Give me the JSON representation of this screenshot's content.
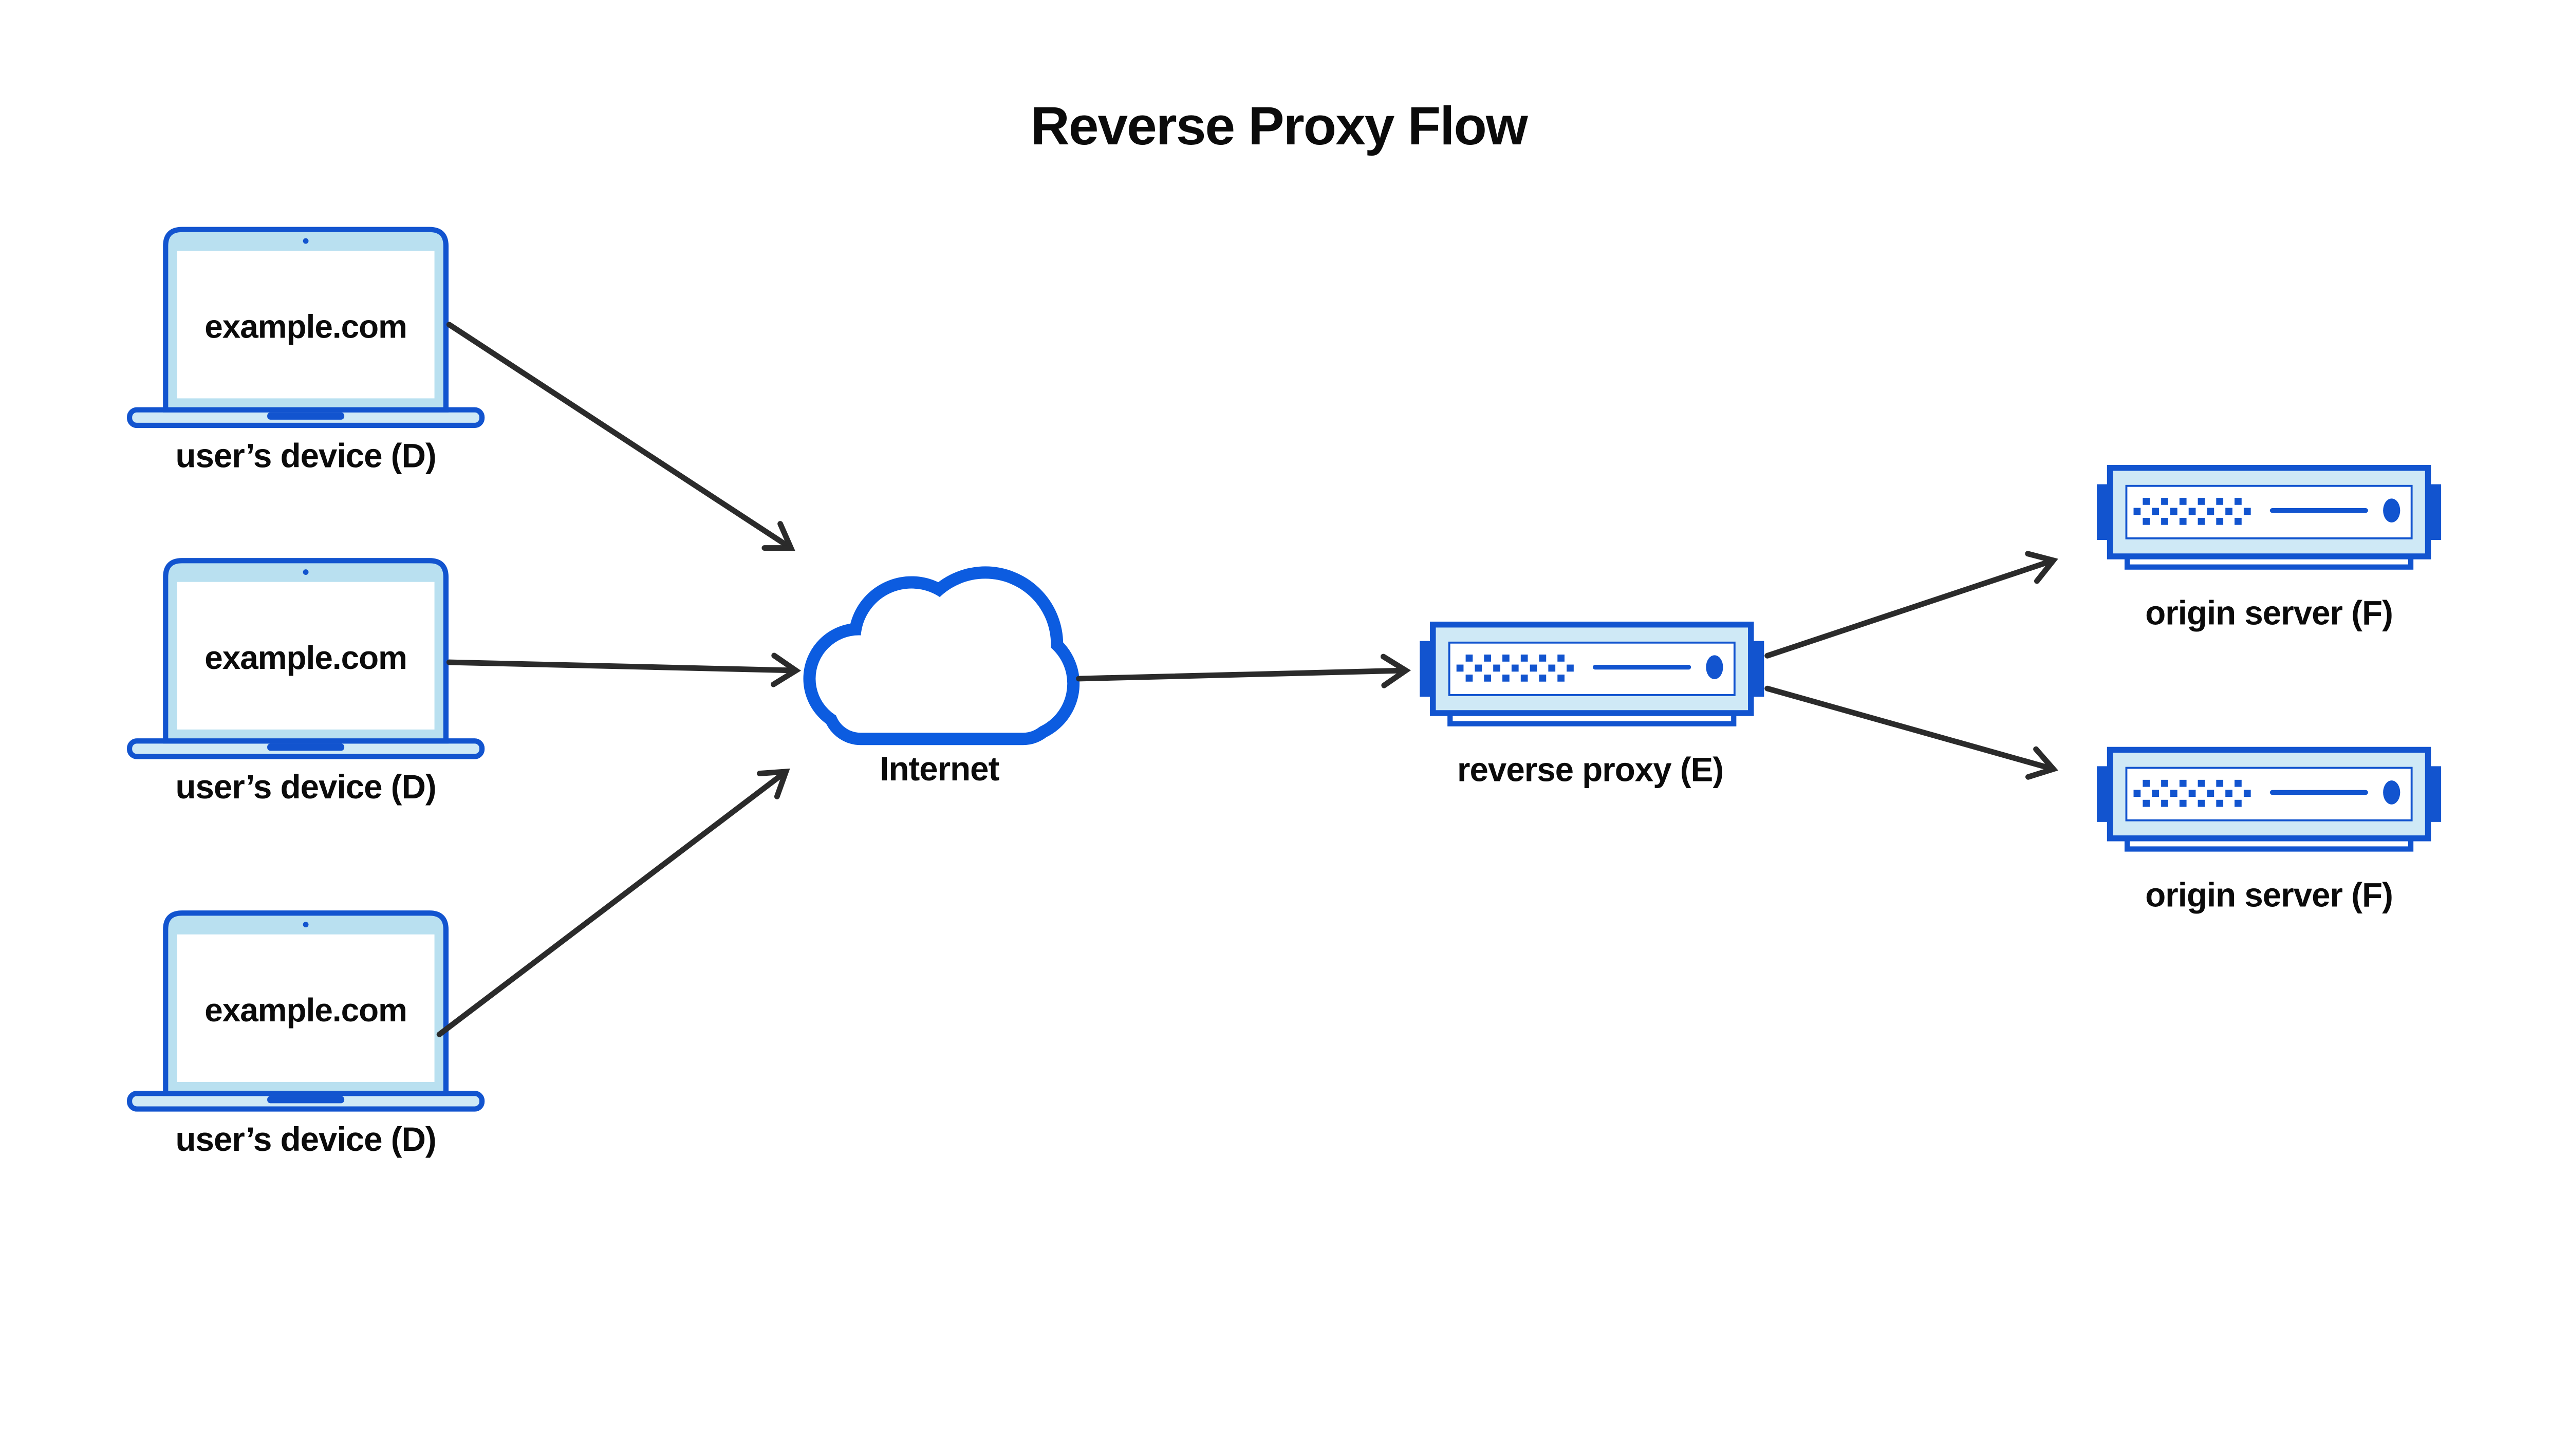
{
  "title": "Reverse Proxy Flow",
  "colors": {
    "primary_blue": "#1254cf",
    "cloud_blue": "#0c5ce0",
    "device_light_fill": "#cfe9f6",
    "laptop_bezel_fill": "#b9e0f0",
    "arrow_color": "#2b2b2b",
    "text_color": "#0b0b0b",
    "background": "#ffffff"
  },
  "nodes": {
    "device1": {
      "screen_text": "example.com",
      "label": "user’s device (D)"
    },
    "device2": {
      "screen_text": "example.com",
      "label": "user’s device (D)"
    },
    "device3": {
      "screen_text": "example.com",
      "label": "user’s device (D)"
    },
    "internet": {
      "label": "Internet"
    },
    "reverse_proxy": {
      "label": "reverse proxy (E)"
    },
    "origin1": {
      "label": "origin server (F)"
    },
    "origin2": {
      "label": "origin server (F)"
    }
  },
  "edges": [
    {
      "from": "user's device (D) #1",
      "to": "Internet"
    },
    {
      "from": "user's device (D) #2",
      "to": "Internet"
    },
    {
      "from": "user's device (D) #3",
      "to": "Internet"
    },
    {
      "from": "Internet",
      "to": "reverse proxy (E)"
    },
    {
      "from": "reverse proxy (E)",
      "to": "origin server (F) #1"
    },
    {
      "from": "reverse proxy (E)",
      "to": "origin server (F) #2"
    }
  ]
}
